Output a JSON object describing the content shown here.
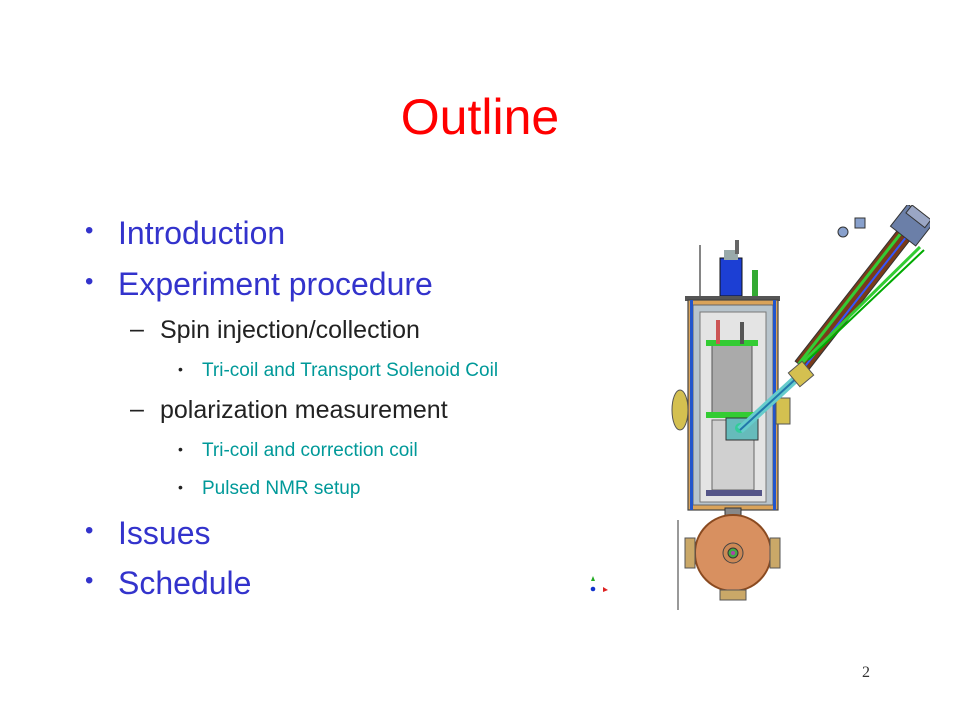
{
  "slide": {
    "title": "Outline",
    "outline": [
      {
        "label": "Introduction"
      },
      {
        "label": "Experiment procedure"
      },
      {
        "label": "Spin injection/collection"
      },
      {
        "label": "Tri-coil and Transport Solenoid Coil"
      },
      {
        "label": "polarization measurement"
      },
      {
        "label": "Tri-coil and correction coil"
      },
      {
        "label": "Pulsed NMR setup"
      },
      {
        "label": "Issues"
      },
      {
        "label": "Schedule"
      }
    ],
    "page_number": "2",
    "colors": {
      "title": "#ff0000",
      "level1": "#3333cc",
      "level2": "#222222",
      "level3": "#009999"
    },
    "figure": {
      "description_icon": "cryostat-apparatus-diagram"
    }
  }
}
